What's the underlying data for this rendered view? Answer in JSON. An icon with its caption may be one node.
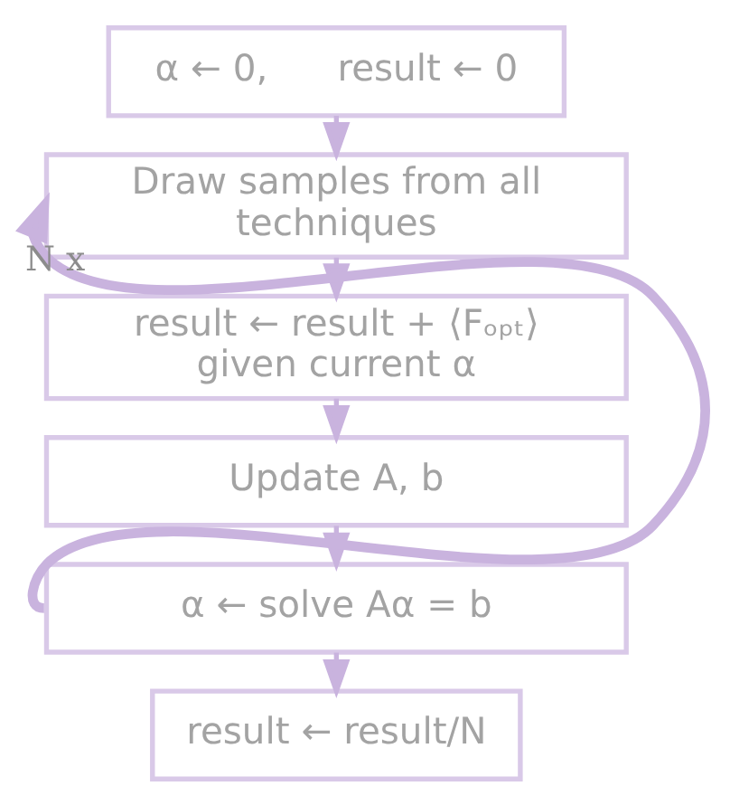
{
  "diagram": {
    "nodes": [
      {
        "text": [
          "α ← 0,      result ← 0"
        ]
      },
      {
        "text": [
          "Draw samples from all techniques"
        ]
      },
      {
        "text": [
          "result ← result + ⟨Fₒₚₜ⟩",
          "given current α"
        ]
      },
      {
        "text": [
          "Update A, b"
        ]
      },
      {
        "text": [
          "α ← solve Aα = b"
        ]
      },
      {
        "text": [
          "result ← result/N"
        ]
      }
    ],
    "edges": [
      {
        "from": 0,
        "to": 1,
        "arrow": "to"
      },
      {
        "from": 1,
        "to": 2,
        "arrow": "to"
      },
      {
        "from": 2,
        "to": 3,
        "arrow": "to"
      },
      {
        "from": 3,
        "to": 4,
        "arrow": "to"
      },
      {
        "from": 4,
        "to": 5,
        "arrow": "to"
      },
      {
        "from": 4,
        "to": 1,
        "arrow": "to",
        "label": "N x",
        "style": "thick"
      }
    ]
  }
}
